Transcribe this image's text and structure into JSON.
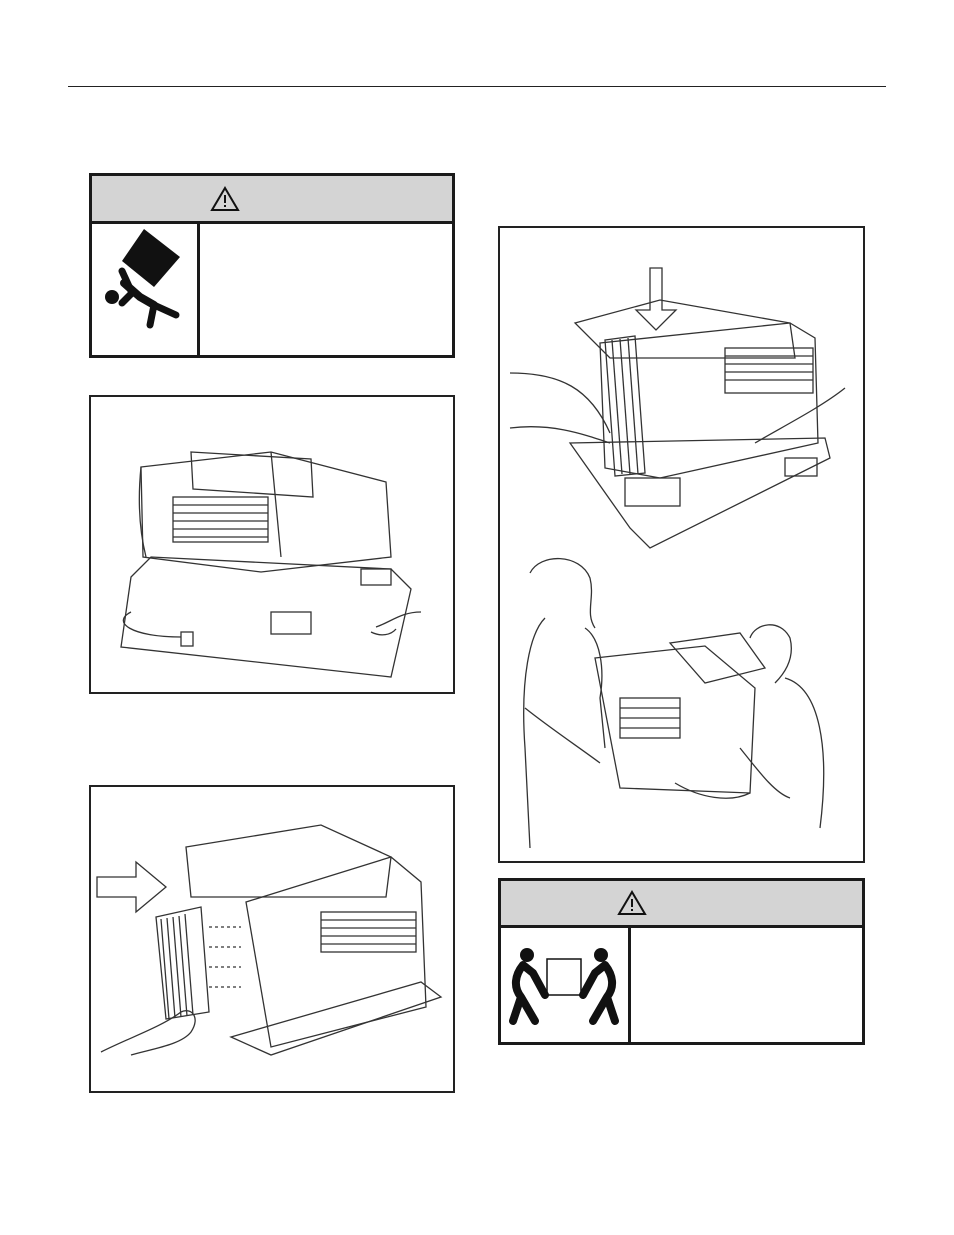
{
  "header": {},
  "warning_tip": {
    "signal_icon": "warning-triangle-icon",
    "pictogram": "tip-over-hazard-icon",
    "text": ""
  },
  "warning_lift": {
    "signal_icon": "warning-triangle-icon",
    "pictogram": "two-person-lift-icon",
    "text": ""
  },
  "figures": {
    "unit_on_base": "air-conditioner-on-packaging-base",
    "install_side_curtain": "slide-accordion-panel-into-unit",
    "lift_off_base": "lift-unit-off-packaging",
    "two_person_carry": "two-people-carrying-unit"
  },
  "colors": {
    "border": "#1a1a1a",
    "header_fill": "#d4d4d4",
    "line": "#333333"
  }
}
